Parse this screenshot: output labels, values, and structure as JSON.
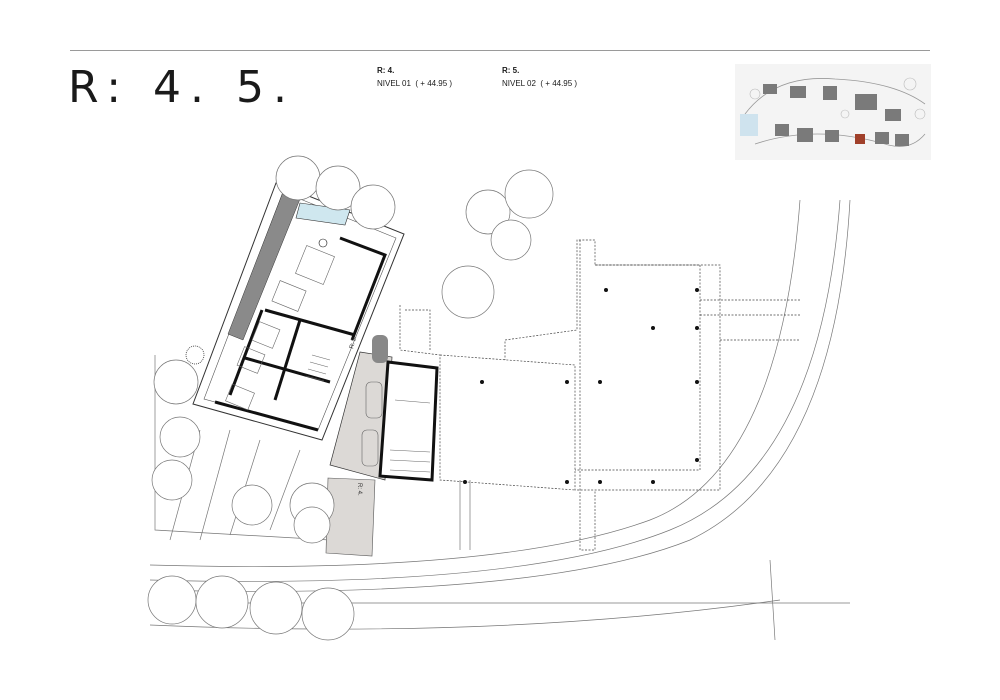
{
  "header": {
    "title": "R: 4. 5.",
    "levels": [
      {
        "code": "R: 4.",
        "label": "NIVEL 01",
        "elevation": "( + 44.95 )"
      },
      {
        "code": "R: 5.",
        "label": "NIVEL 02",
        "elevation": "( + 44.95 )"
      }
    ]
  },
  "plan": {
    "labels": {
      "r5": "R: 5.",
      "r4": "R: 4."
    },
    "colors": {
      "garage_fill": "#dcd9d6",
      "walls": "#111111",
      "keymap_highlight": "#a0402a"
    }
  }
}
